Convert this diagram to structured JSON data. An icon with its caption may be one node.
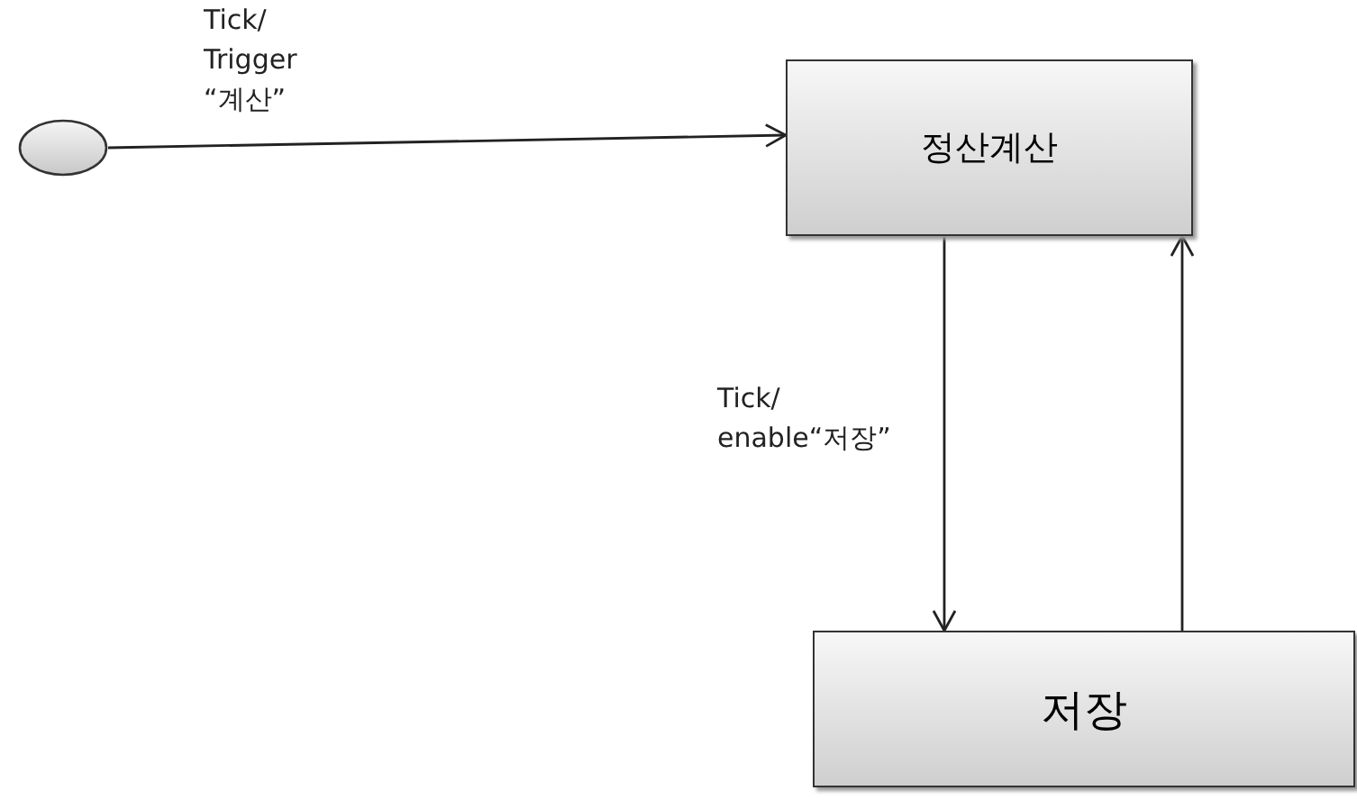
{
  "diagram": {
    "nodes": [
      {
        "text": [],
        "shape": "circle"
      },
      {
        "text": [
          "정산계산"
        ]
      },
      {
        "text": [
          "저장"
        ]
      }
    ],
    "edges": [
      {
        "from": 0,
        "to": 1,
        "arrow": "to",
        "label": "Tick/ Trigger “계산”"
      },
      {
        "from": 1,
        "to": 2,
        "arrow": "to",
        "label": "Tick/ enable“저장”"
      },
      {
        "from": 2,
        "to": 1,
        "arrow": "to"
      }
    ]
  }
}
